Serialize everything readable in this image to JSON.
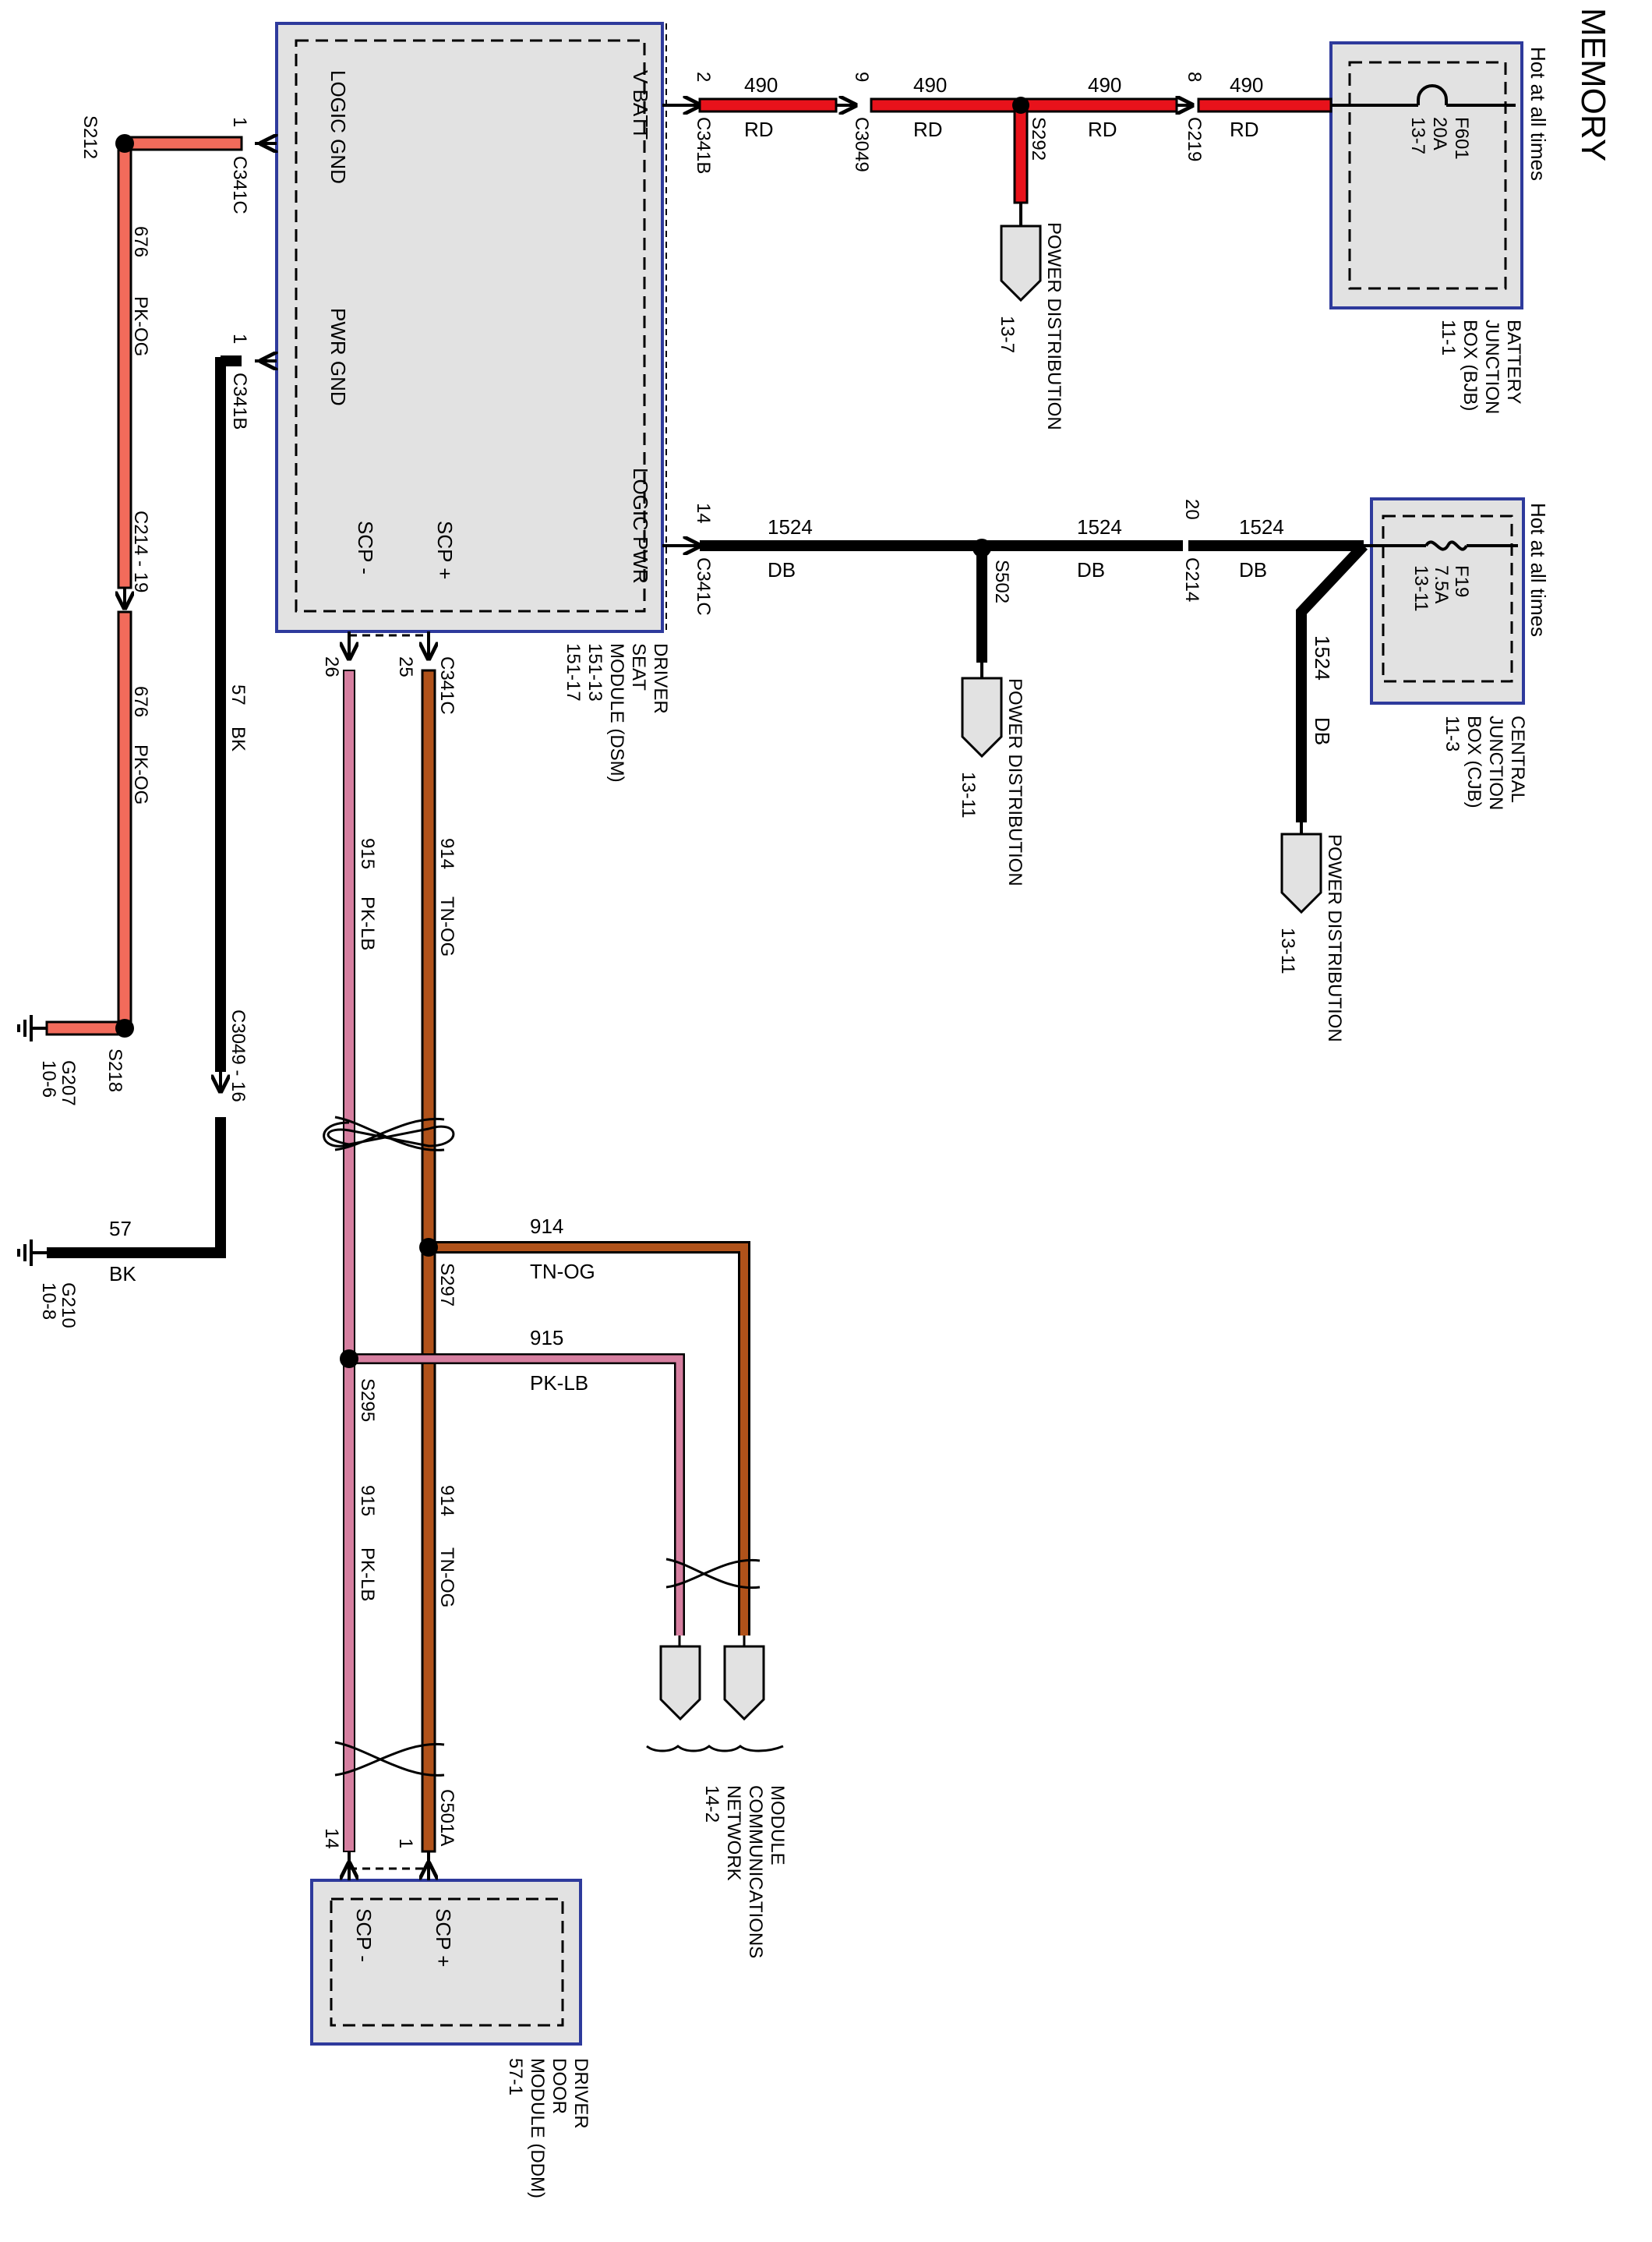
{
  "page_title": "MEMORY",
  "colors": {
    "RD": "#e8121b",
    "DB": "#000000",
    "PK-OG": "#f26b5b",
    "BK": "#000000",
    "PK-LB": "#d67fa0",
    "TN-OG": "#b0521a",
    "module_fill": "#e2e2e2",
    "module_border": "#2e3a9c"
  },
  "modules": {
    "bjb": {
      "hot_label": "Hot at all times",
      "fuse": "F601",
      "rating": "20A",
      "ref": "13-7",
      "name_line1": "BATTERY",
      "name_line2": "JUNCTION",
      "name_line3": "BOX (BJB)",
      "name_ref": "11-1"
    },
    "cjb": {
      "hot_label": "Hot at all times",
      "fuse": "F19",
      "rating": "7.5A",
      "ref": "13-11",
      "name_line1": "CENTRAL",
      "name_line2": "JUNCTION",
      "name_line3": "BOX (CJB)",
      "name_ref": "11-3"
    },
    "dsm": {
      "pin_vbatt": "V BATT",
      "pin_logic_gnd": "LOGIC GND",
      "pin_pwr_gnd": "PWR GND",
      "pin_logic_pwr": "LOGIC PWR",
      "pin_scp_minus": "SCP -",
      "pin_scp_plus": "SCP +",
      "name_line1": "DRIVER",
      "name_line2": "SEAT",
      "name_line3": "MODULE (DSM)",
      "ref1": "151-13",
      "ref2": "151-17"
    },
    "ddm": {
      "pin_scp_plus": "SCP +",
      "pin_scp_minus": "SCP -",
      "name_line1": "DRIVER",
      "name_line2": "DOOR",
      "name_line3": "MODULE (DDM)",
      "ref": "57-1"
    }
  },
  "connectors": {
    "c341b_vbatt": {
      "name": "C341B",
      "pin": "2"
    },
    "c3049_rd": {
      "name": "C3049",
      "pin": "9"
    },
    "c219": {
      "name": "C219",
      "pin": "8"
    },
    "c341c_logicpwr": {
      "name": "C341C",
      "pin": "14"
    },
    "c214_db": {
      "name": "C214",
      "pin": "20"
    },
    "c341c_logicgnd": {
      "name": "C341C",
      "pin": "1"
    },
    "c341b_pwrgnd": {
      "name": "C341B",
      "pin": "1"
    },
    "c214_19": "C214 - 19",
    "c3049_16": "C3049 - 16",
    "c341c_scp": {
      "name": "C341C",
      "pin_minus": "26",
      "pin_plus": "25"
    },
    "c501a": {
      "name": "C501A",
      "pin_minus": "14",
      "pin_plus": "1"
    }
  },
  "splices": {
    "s292": "S292",
    "s502": "S502",
    "s212": "S212",
    "s218": "S218",
    "s297": "S297",
    "s295": "S295"
  },
  "wires": {
    "w490": {
      "circuit": "490",
      "color": "RD"
    },
    "w1524": {
      "circuit": "1524",
      "color": "DB"
    },
    "w676": {
      "circuit": "676",
      "color": "PK-OG"
    },
    "w57": {
      "circuit": "57",
      "color": "BK"
    },
    "w914": {
      "circuit": "914",
      "color": "TN-OG"
    },
    "w915": {
      "circuit": "915",
      "color": "PK-LB"
    }
  },
  "references": {
    "pd_s292": {
      "label": "POWER DISTRIBUTION",
      "ref": "13-7"
    },
    "pd_s502": {
      "label": "POWER DISTRIBUTION",
      "ref": "13-11"
    },
    "pd_cjb": {
      "label": "POWER DISTRIBUTION",
      "ref": "13-11"
    },
    "mcn": {
      "line1": "MODULE",
      "line2": "COMMUNICATIONS",
      "line3": "NETWORK",
      "ref": "14-2"
    }
  },
  "grounds": {
    "g207": {
      "name": "G207",
      "ref": "10-6"
    },
    "g210": {
      "name": "G210",
      "ref": "10-8"
    }
  }
}
